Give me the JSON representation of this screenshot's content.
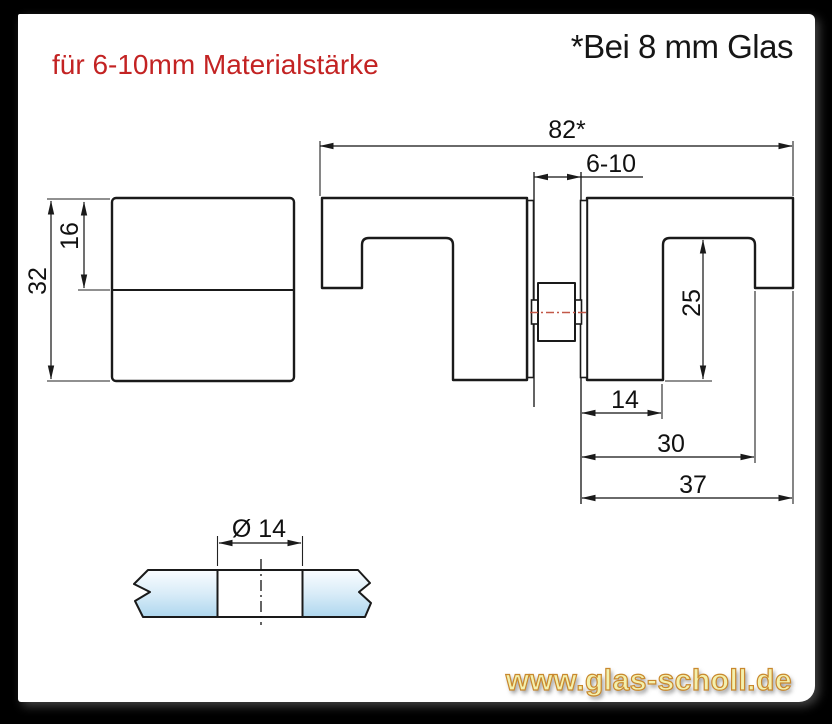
{
  "header": {
    "title": "für 6-10mm Materialstärke",
    "title_color": "#c32323",
    "note": "*Bei 8 mm Glas"
  },
  "front_view": {
    "knob_height": "32",
    "upper_section": "16"
  },
  "side_view": {
    "total_width": "82*",
    "glass_thickness": "6-10",
    "grip_depth": "25",
    "glass_to_grip": "14",
    "glass_to_lip": "30",
    "knob_width": "37"
  },
  "bottom_view": {
    "hole_diameter": "Ø 14"
  },
  "watermark": {
    "text": "www.glas-scholl.de",
    "fill_color": "#f3f0ad",
    "outline_color": "#c9882d"
  },
  "colors": {
    "line": "#1a1a1a",
    "dimension_text": "#111111",
    "glass_blue": "#b9dcf0",
    "centerline_red": "#c25848",
    "panel_background": "#ffffff",
    "frame": "#000000"
  }
}
